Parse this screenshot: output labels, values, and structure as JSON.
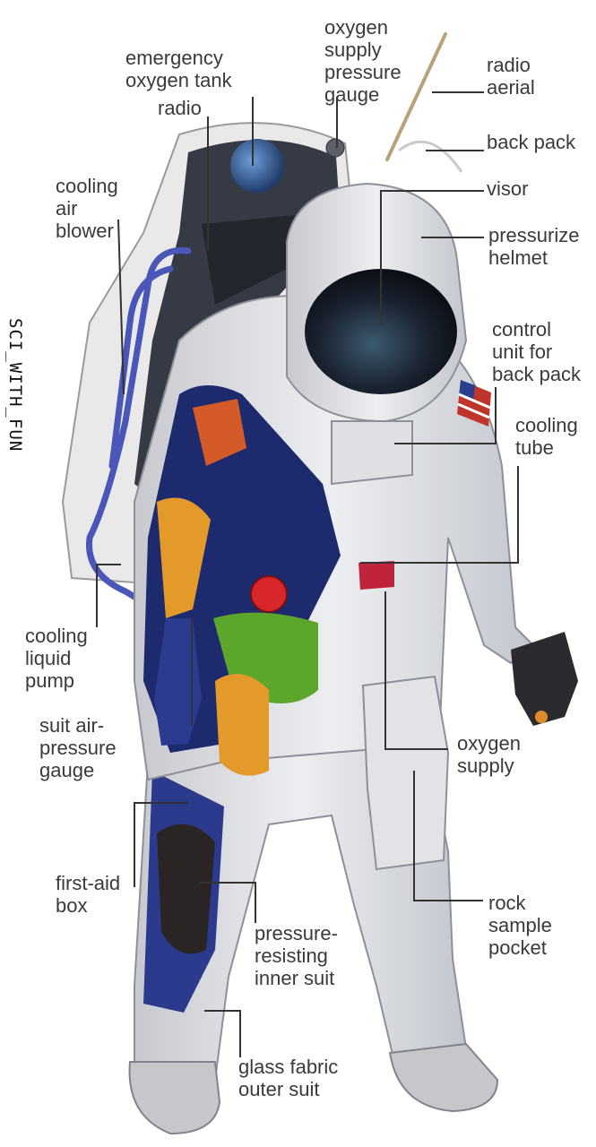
{
  "watermark": "SCI_WITH_FUN",
  "labels": {
    "emergency_oxygen_tank": [
      "emergency",
      "oxygen tank"
    ],
    "radio": [
      "radio"
    ],
    "oxygen_supply_pressure_gauge": [
      "oxygen",
      "supply",
      "pressure",
      "gauge"
    ],
    "radio_aerial": [
      "radio",
      "aerial"
    ],
    "back_pack": [
      "back pack"
    ],
    "visor": [
      "visor"
    ],
    "pressurize_helmet": [
      "pressurize",
      "helmet"
    ],
    "cooling_air_blower": [
      "cooling",
      "air",
      "blower"
    ],
    "control_unit_for_back_pack": [
      "control",
      "unit for",
      "back pack"
    ],
    "cooling_tube": [
      "cooling",
      "tube"
    ],
    "cooling_liquid_pump": [
      "cooling",
      "liquid",
      "pump"
    ],
    "suit_air_pressure_gauge": [
      "suit air-",
      "pressure",
      "gauge"
    ],
    "oxygen_supply": [
      "oxygen",
      "supply"
    ],
    "first_aid_box": [
      "first-aid",
      "box"
    ],
    "pressure_resisting_inner_suit": [
      "pressure-",
      "resisting",
      "inner suit"
    ],
    "rock_sample_pocket": [
      "rock",
      "sample",
      "pocket"
    ],
    "glass_fabric_outer_suit": [
      "glass fabric",
      "outer suit"
    ]
  },
  "colors": {
    "suit": "#e6e7ea",
    "suit_shadow": "#b9bcc3",
    "visor": "#1b1f2a",
    "cooling_tubes": "#4a56b8",
    "inner_suit": "#2b3a8c",
    "backpack": "#3b3f4a",
    "flag_red": "#c0352b",
    "flag_blue": "#2a3d8f",
    "pump_red": "#d8262b",
    "pouch_green": "#5da62c",
    "pouch_orange": "#e39a2a",
    "leader_line": "#333333"
  }
}
